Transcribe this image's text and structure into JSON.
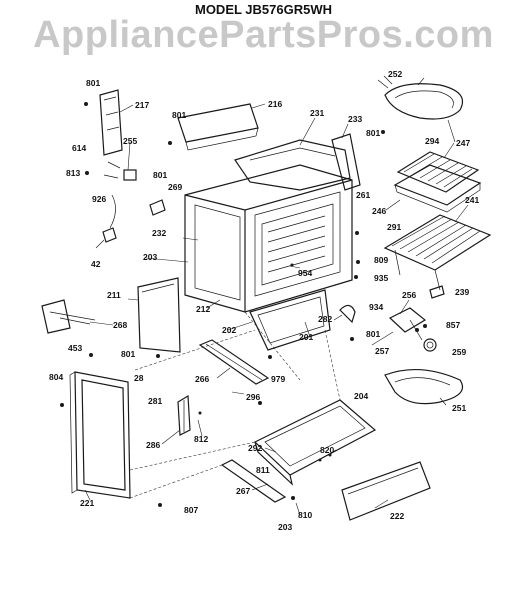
{
  "header": {
    "model_title": "MODEL JB576GR5WH",
    "watermark": "AppliancePartsPros.com"
  },
  "labels": [
    {
      "id": "801-a",
      "text": "801"
    },
    {
      "id": "217",
      "text": "217"
    },
    {
      "id": "801-b",
      "text": "801"
    },
    {
      "id": "216",
      "text": "216"
    },
    {
      "id": "231",
      "text": "231"
    },
    {
      "id": "233",
      "text": "233"
    },
    {
      "id": "252",
      "text": "252"
    },
    {
      "id": "801-c",
      "text": "801"
    },
    {
      "id": "294",
      "text": "294"
    },
    {
      "id": "247",
      "text": "247"
    },
    {
      "id": "614",
      "text": "614"
    },
    {
      "id": "255",
      "text": "255"
    },
    {
      "id": "813",
      "text": "813"
    },
    {
      "id": "801-d",
      "text": "801"
    },
    {
      "id": "269",
      "text": "269"
    },
    {
      "id": "261",
      "text": "261"
    },
    {
      "id": "246",
      "text": "246"
    },
    {
      "id": "241",
      "text": "241"
    },
    {
      "id": "926",
      "text": "926"
    },
    {
      "id": "232",
      "text": "232"
    },
    {
      "id": "291",
      "text": "291"
    },
    {
      "id": "203-a",
      "text": "203"
    },
    {
      "id": "809",
      "text": "809"
    },
    {
      "id": "42",
      "text": "42"
    },
    {
      "id": "954",
      "text": "954"
    },
    {
      "id": "935",
      "text": "935"
    },
    {
      "id": "211",
      "text": "211"
    },
    {
      "id": "239",
      "text": "239"
    },
    {
      "id": "256",
      "text": "256"
    },
    {
      "id": "934",
      "text": "934"
    },
    {
      "id": "212",
      "text": "212"
    },
    {
      "id": "268",
      "text": "268"
    },
    {
      "id": "282",
      "text": "282"
    },
    {
      "id": "857",
      "text": "857"
    },
    {
      "id": "202",
      "text": "202"
    },
    {
      "id": "201",
      "text": "201"
    },
    {
      "id": "801-e",
      "text": "801"
    },
    {
      "id": "453",
      "text": "453"
    },
    {
      "id": "801-f",
      "text": "801"
    },
    {
      "id": "257",
      "text": "257"
    },
    {
      "id": "259",
      "text": "259"
    },
    {
      "id": "266",
      "text": "266"
    },
    {
      "id": "979",
      "text": "979"
    },
    {
      "id": "804",
      "text": "804"
    },
    {
      "id": "28",
      "text": "28"
    },
    {
      "id": "281",
      "text": "281"
    },
    {
      "id": "296",
      "text": "296"
    },
    {
      "id": "204",
      "text": "204"
    },
    {
      "id": "251",
      "text": "251"
    },
    {
      "id": "812",
      "text": "812"
    },
    {
      "id": "286",
      "text": "286"
    },
    {
      "id": "292",
      "text": "292"
    },
    {
      "id": "820",
      "text": "820"
    },
    {
      "id": "811",
      "text": "811"
    },
    {
      "id": "267",
      "text": "267"
    },
    {
      "id": "221",
      "text": "221"
    },
    {
      "id": "807",
      "text": "807"
    },
    {
      "id": "810",
      "text": "810"
    },
    {
      "id": "203-b",
      "text": "203"
    },
    {
      "id": "222",
      "text": "222"
    }
  ]
}
